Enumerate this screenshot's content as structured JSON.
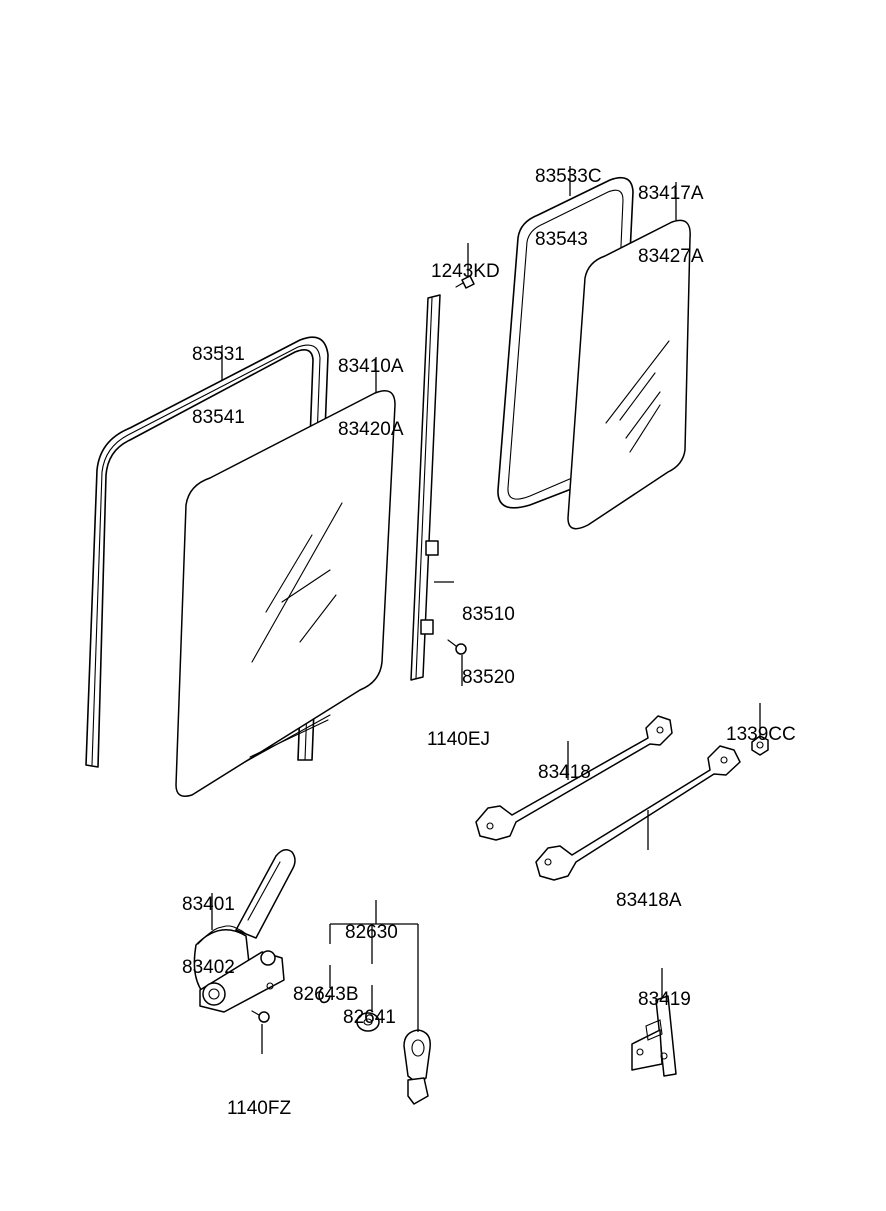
{
  "diagram": {
    "callouts": {
      "seal_front": {
        "part_numbers": [
          "83531",
          "83541"
        ]
      },
      "glass_front": {
        "part_numbers": [
          "83410A",
          "83420A"
        ]
      },
      "bolt_top": {
        "part_numbers": [
          "1243KD"
        ]
      },
      "seal_rear": {
        "part_numbers": [
          "83533C",
          "83543"
        ]
      },
      "glass_rear": {
        "part_numbers": [
          "83417A",
          "83427A"
        ]
      },
      "channel": {
        "part_numbers": [
          "83510",
          "83520"
        ]
      },
      "screw_channel": {
        "part_numbers": [
          "1140EJ"
        ]
      },
      "nut": {
        "part_numbers": [
          "1339CC"
        ]
      },
      "rod_upper": {
        "part_numbers": [
          "83418"
        ]
      },
      "rod_lower": {
        "part_numbers": [
          "83418A"
        ]
      },
      "regulator": {
        "part_numbers": [
          "83401",
          "83402"
        ]
      },
      "handle_assy": {
        "part_numbers": [
          "82630"
        ]
      },
      "clip": {
        "part_numbers": [
          "82643B"
        ]
      },
      "washer": {
        "part_numbers": [
          "82641"
        ]
      },
      "screw_regulator": {
        "part_numbers": [
          "1140FZ"
        ]
      },
      "bracket": {
        "part_numbers": [
          "83419"
        ]
      }
    }
  }
}
